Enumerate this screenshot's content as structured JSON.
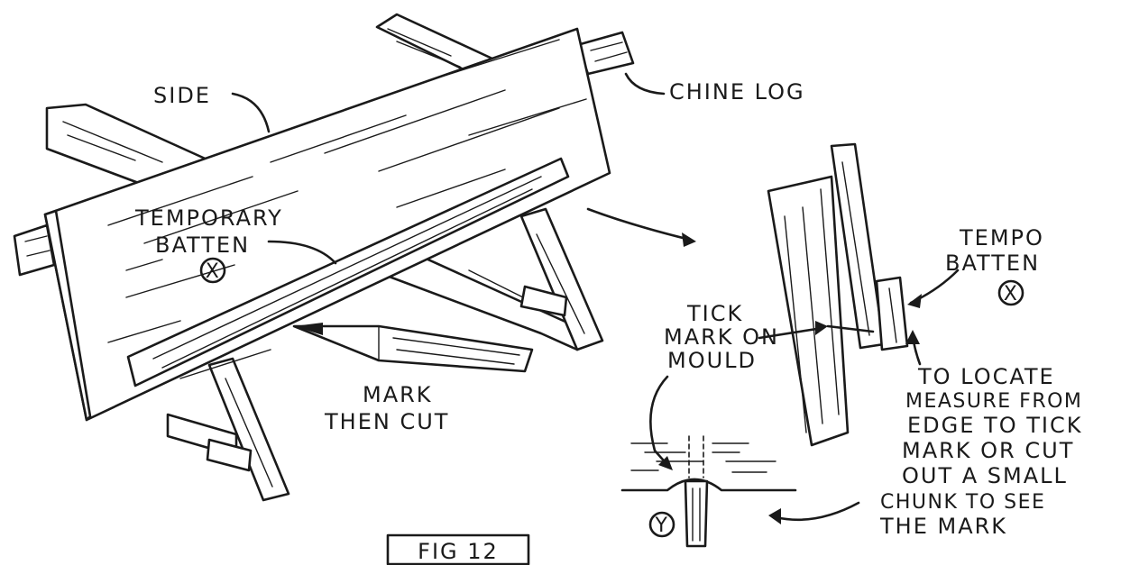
{
  "labels": {
    "side": "SIDE",
    "chine_log": "CHINE LOG",
    "temporary_batten_line1": "TEMPORARY",
    "temporary_batten_line2": "BATTEN",
    "marker_x": "X",
    "mark_then_cut_line1": "MARK",
    "mark_then_cut_line2": "THEN CUT",
    "tick_mark_line1": "TICK",
    "tick_mark_line2": "MARK ON",
    "tick_mark_line3": "MOULD",
    "tempo_batten_line1": "TEMPO",
    "tempo_batten_line2": "BATTEN",
    "marker_x2": "X",
    "locate_line1": "TO LOCATE",
    "locate_line2": "MEASURE FROM",
    "locate_line3": "EDGE TO TICK",
    "locate_line4": "MARK OR CUT",
    "locate_line5": "OUT A SMALL",
    "locate_line6": "CHUNK TO SEE",
    "locate_line7": "THE MARK",
    "marker_y": "Y",
    "figure_caption": "FIG 12"
  }
}
